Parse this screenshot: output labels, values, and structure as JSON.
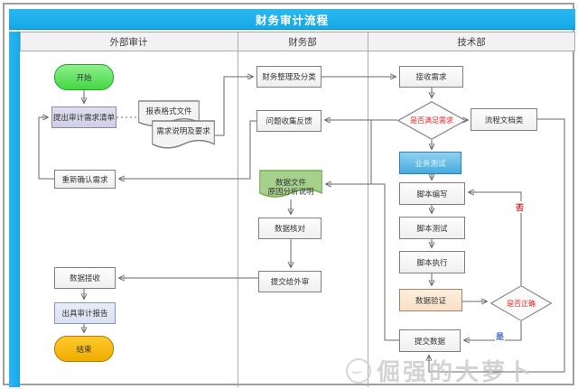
{
  "title": "财务审计流程",
  "lanes": [
    "外部审计",
    "财务部",
    "技术部"
  ],
  "nodes": {
    "start": "开始",
    "req_list": "提出审计需求清单",
    "doc_report_format": "报表格式文件",
    "doc_req_desc": "需求说明及要求",
    "reconfirm": "重新确认需求",
    "data_receive": "数据接收",
    "audit_report": "出具审计报告",
    "end": "结束",
    "fin_sort": "财务整理及分类",
    "issue_feedback": "问题收集反馈",
    "green_doc_line1": "数据文件",
    "green_doc_line2": "原因分析说明",
    "data_check": "数据核对",
    "submit_external": "提交给外审",
    "receive_req": "接收需求",
    "decision_meet": "是否满足需求",
    "process_docs": "流程文档类",
    "biz_test": "业务测试",
    "script_write": "脚本编写",
    "script_test": "脚本测试",
    "script_exec": "脚本执行",
    "data_verify": "数据验证",
    "decision_correct": "是否正确",
    "submit_data": "提交数据"
  },
  "edge_labels": {
    "no": "否",
    "yes": "是"
  },
  "watermark": "倔强的大萝卜",
  "colors": {
    "title-blue": "#15a9e8",
    "frame-border": "#9e9e9e",
    "lane-header-bg": "#f2f2f2",
    "line": "#6a6a6a",
    "green-start": "#44d744",
    "gold-end": "#f0ad00",
    "lavender": "#cfcee6",
    "periwinkle": "#d9e1f2",
    "blue-process": "#45aade",
    "green-doc": "#a8d08d",
    "tan": "#f8e0c8",
    "decision-red": "#e8262a",
    "yes-blue": "#4868d0",
    "watermark-gray": "#c9c9c9"
  }
}
